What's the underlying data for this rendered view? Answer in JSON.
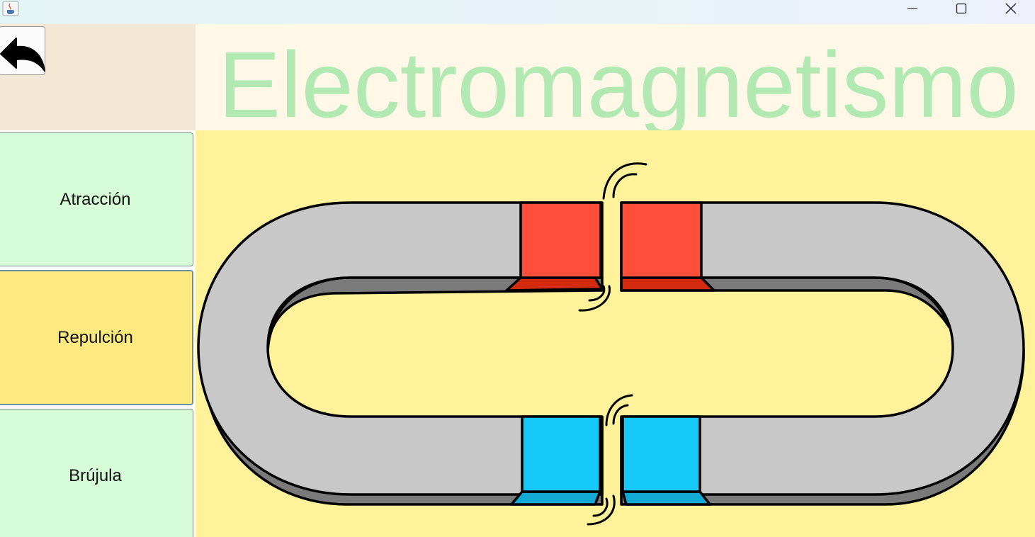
{
  "window": {
    "icon": "java-cup-icon",
    "controls": [
      "minimize-icon",
      "maximize-icon",
      "close-icon"
    ]
  },
  "header": {
    "title": "Electromagnetismo"
  },
  "sidebar": {
    "back_icon": "back-arrow-icon",
    "items": [
      {
        "label": "Atracción",
        "selected": false
      },
      {
        "label": "Repulción",
        "selected": true
      },
      {
        "label": "Brújula",
        "selected": false
      }
    ]
  },
  "colors": {
    "title": "#b2e9b3",
    "panel_bg": "#fff29b",
    "north_pole": "#ff4f3a",
    "south_pole": "#15c8f7",
    "magnet_body": "#c8c8c8"
  },
  "illustration": {
    "name": "two-horseshoe-magnets-repelling"
  }
}
